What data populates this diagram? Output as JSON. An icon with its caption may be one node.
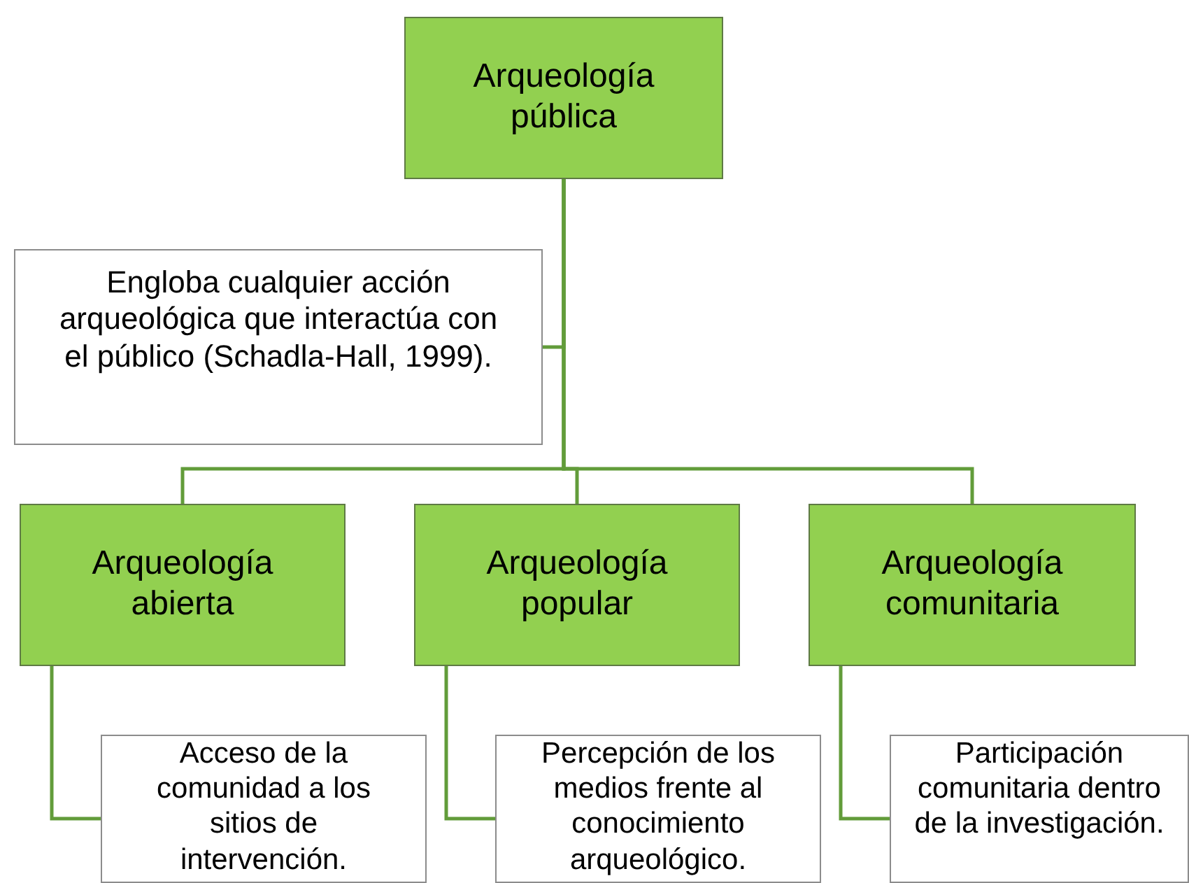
{
  "diagram": {
    "nodes": [
      {
        "text": [
          "Arqueología pública"
        ]
      },
      {
        "text": [
          "Engloba cualquier acción arqueológica que interactúa con el público (Schadla-Hall, 1999)."
        ]
      },
      {
        "text": [
          "Arqueología abierta"
        ]
      },
      {
        "text": [
          "Arqueología popular"
        ]
      },
      {
        "text": [
          "Arqueología comunitaria"
        ]
      },
      {
        "text": [
          "Acceso de la comunidad a los sitios de intervención."
        ]
      },
      {
        "text": [
          "Percepción de los medios frente al conocimiento arqueológico."
        ]
      },
      {
        "text": [
          "Participación comunitaria dentro de la investigación."
        ]
      }
    ],
    "edges": [
      {
        "from": 0,
        "to": 1,
        "arrow": "none"
      },
      {
        "from": 0,
        "to": 2,
        "arrow": "none"
      },
      {
        "from": 0,
        "to": 3,
        "arrow": "none"
      },
      {
        "from": 0,
        "to": 4,
        "arrow": "none"
      },
      {
        "from": 2,
        "to": 5,
        "arrow": "none"
      },
      {
        "from": 3,
        "to": 6,
        "arrow": "none"
      },
      {
        "from": 4,
        "to": 7,
        "arrow": "none"
      }
    ]
  }
}
